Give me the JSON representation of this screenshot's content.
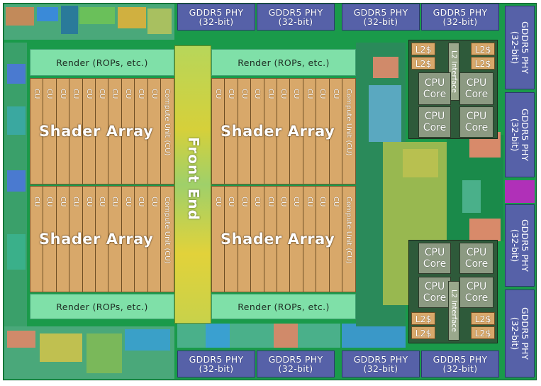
{
  "labels": {
    "gddr5_line1": "GDDR5 PHY",
    "gddr5_line2": "(32-bit)",
    "render": "Render (ROPs, etc.)",
    "shader_array": "Shader Array",
    "cu": "CU",
    "compute_unit": "Compute Unit (CU)",
    "front_end": "Front End",
    "l2_cache": "L2$",
    "l2_interface": "L2 Interface",
    "cpu_line1": "CPU",
    "cpu_line2": "Core"
  },
  "colors": {
    "die_background": "#1a9a4a",
    "gddr5_phy": "#5661a8",
    "render": "#7fe0a8",
    "shader_array": "#d8a86a",
    "front_end": "#c8d24a",
    "cpu_core": "#8c9a82"
  }
}
